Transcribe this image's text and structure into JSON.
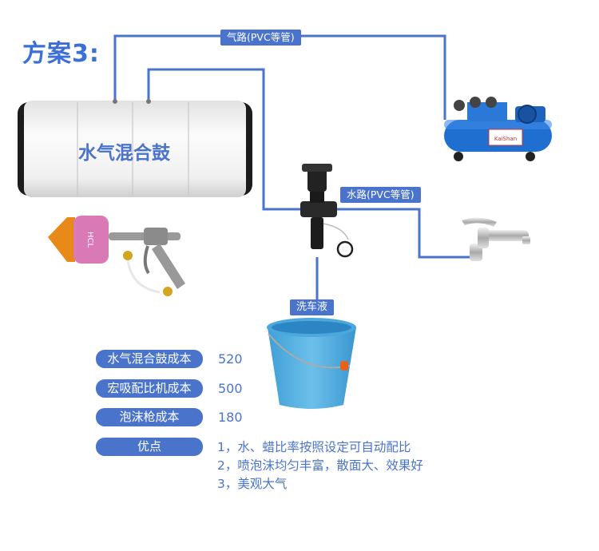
{
  "title": "方案3:",
  "drum": {
    "label": "水气混合鼓"
  },
  "pipes": {
    "air_label": "气路(PVC等管)",
    "water_label": "水路(PVC等管)"
  },
  "equipment": {
    "compressor_brand": "KaiShan"
  },
  "liquid_label": "洗车液",
  "gun_brand": "HCL",
  "costs": [
    {
      "label": "水气混合鼓成本",
      "value": "520"
    },
    {
      "label": "宏吸配比机成本",
      "value": "500"
    },
    {
      "label": "泡沫枪成本",
      "value": "180"
    }
  ],
  "advantages": {
    "label": "优点",
    "items": [
      "1，水、蜡比率按照设定可自动配比",
      "2，喷泡沫均匀丰富，散面大、效果好",
      "3，美观大气"
    ]
  },
  "colors": {
    "accent": "#4a74cc",
    "title": "#3b6fd6",
    "bucket": "#4aa8dc",
    "drum_body": "#f4f4f4",
    "gun_orange": "#e88a1a",
    "compressor_blue": "#1f6fd0"
  }
}
